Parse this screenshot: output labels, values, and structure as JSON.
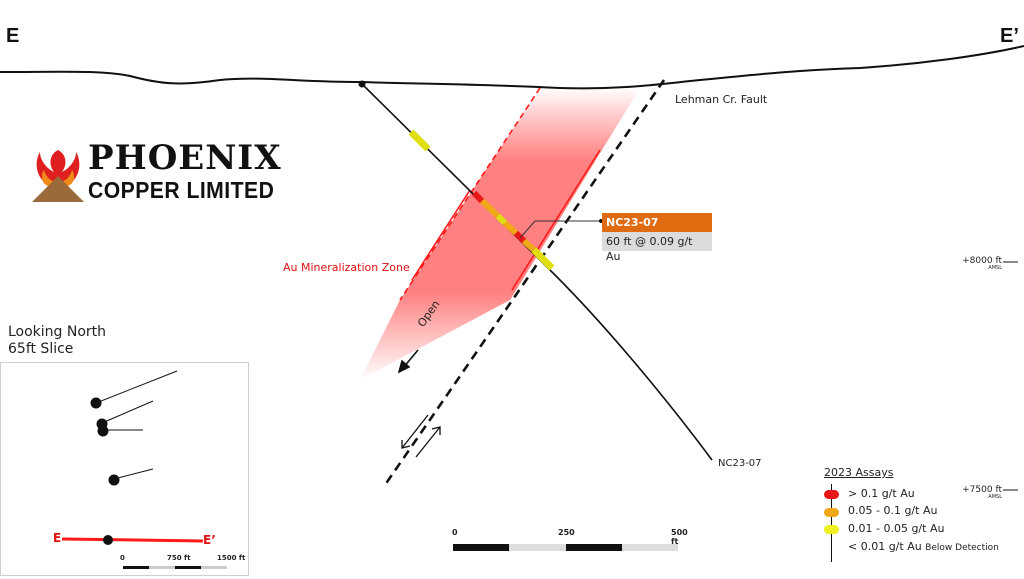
{
  "section": {
    "start_label": "E",
    "end_label": "E’"
  },
  "logo": {
    "line1": "PHOENIX",
    "line2": "COPPER LIMITED"
  },
  "fault": {
    "label": "Lehman Cr. Fault"
  },
  "zone": {
    "label": "Au Mineralization Zone",
    "open_label": "Open",
    "color": "#ff3030"
  },
  "drillhole": {
    "name": "NC23-07",
    "callout_title": "NC23-07",
    "callout_result": "60 ft @ 0.09 g/t Au",
    "callout_color": "#e06a10",
    "end_label": "NC23-07"
  },
  "elevations": [
    {
      "value": "+8000 ft",
      "unit": "AMSL"
    },
    {
      "value": "+7500 ft",
      "unit": "AMSL"
    }
  ],
  "inset": {
    "title_line1": "Looking North",
    "title_line2": "65ft Slice",
    "section_start": "E",
    "section_end": "E’",
    "scale": [
      "0",
      "750 ft",
      "1500 ft"
    ]
  },
  "scale_bar": {
    "ticks": [
      "0",
      "250",
      "500 ft"
    ]
  },
  "legend": {
    "title": "2023 Assays",
    "items": [
      {
        "label": "> 0.1 g/t Au",
        "color": "#e81818"
      },
      {
        "label": "0.05 - 0.1 g/t Au",
        "color": "#f0a818"
      },
      {
        "label": "0.01 - 0.05 g/t Au",
        "color": "#f0f020"
      },
      {
        "label": "< 0.01 g/t Au",
        "note": "Below Detection",
        "color": "none"
      }
    ]
  }
}
